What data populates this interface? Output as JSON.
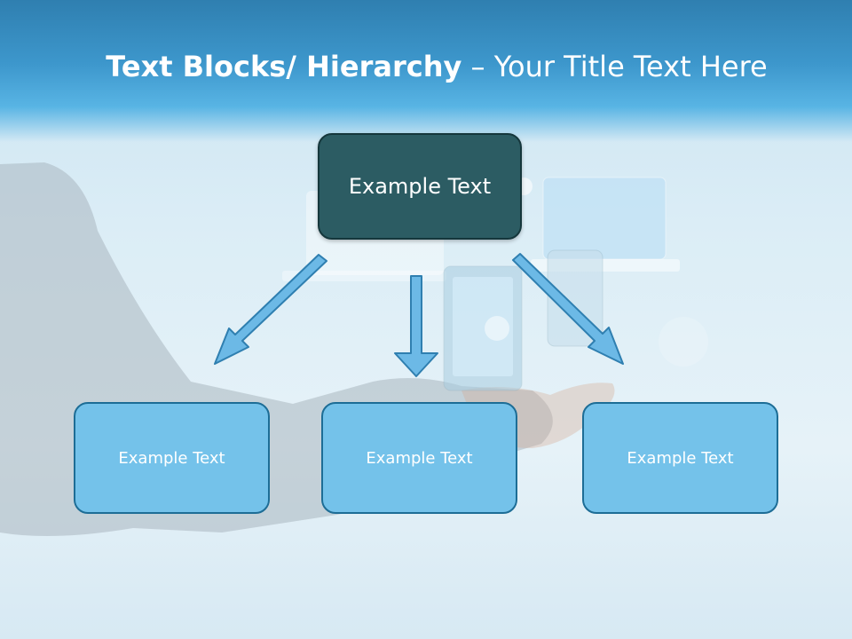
{
  "slide": {
    "title_bold": "Text Blocks/ Hierarchy",
    "title_rest": " – Your Title Text Here"
  },
  "diagram": {
    "root": {
      "label": "Example Text"
    },
    "children": [
      {
        "label": "Example Text"
      },
      {
        "label": "Example Text"
      },
      {
        "label": "Example Text"
      }
    ]
  },
  "colors": {
    "root_fill": "#2c5c63",
    "child_fill": "#74c2ea",
    "arrow_fill": "#6cb9e6",
    "banner": "#3d97cc"
  }
}
